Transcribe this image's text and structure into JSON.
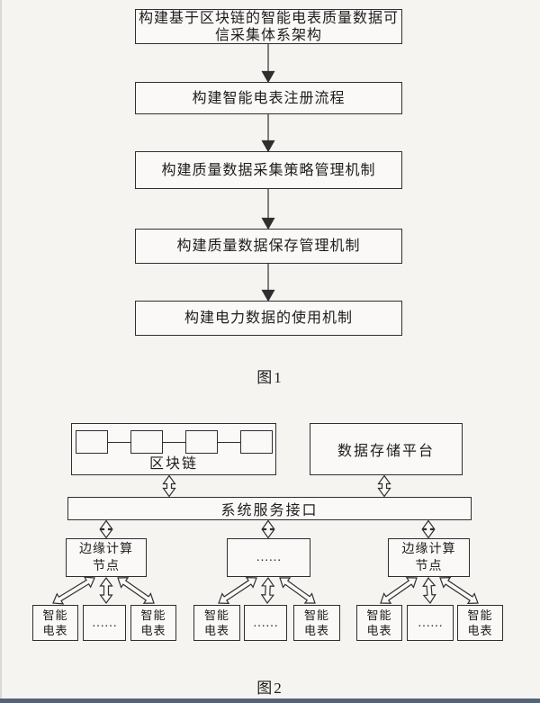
{
  "figure1": {
    "caption": "图1",
    "steps": [
      "构建基于区块链的智能电表质量数据可信采集体系架构",
      "构建智能电表注册流程",
      "构建质量数据采集策略管理机制",
      "构建质量数据保存管理机制",
      "构建电力数据的使用机制"
    ]
  },
  "figure2": {
    "caption": "图2",
    "blockchain": {
      "label": "区块链"
    },
    "storage": {
      "label": "数据存储平台"
    },
    "interface": {
      "label": "系统服务接口"
    },
    "edge_nodes": {
      "left": "边缘计算\n节点",
      "middle": "……",
      "right": "边缘计算\n节点"
    },
    "meters": {
      "label": "智能\n电表",
      "ellipsis": "……"
    }
  },
  "colors": {
    "line": "#2f2f2f",
    "text": "#1d1d1d",
    "page_bg": "#f5f4f1",
    "box_bg": "#faf9f7",
    "footer_bar": "#54657b"
  }
}
